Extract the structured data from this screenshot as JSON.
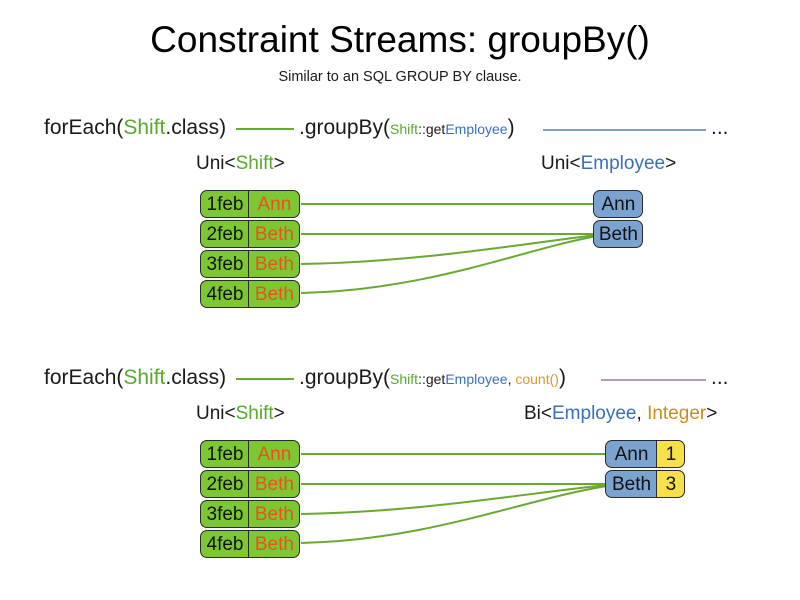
{
  "header": {
    "title": "Constraint Streams: groupBy()",
    "subtitle": "Similar to an SQL GROUP BY clause."
  },
  "colors": {
    "shift_green": "#5aa82c",
    "employee_blue": "#3a6fbf",
    "count_orange": "#d99a2b",
    "integer_gold": "#c69214",
    "box_green": "#7dc832",
    "box_blue": "#7ba3cf",
    "box_yellow": "#f7e04a",
    "name_orange": "#e8521d",
    "link_green": "#6aa832",
    "link_blue": "#7fa0c4",
    "link_mauve": "#b29bba",
    "box_border": "#2b2b2b"
  },
  "sections": [
    {
      "id": "groupby-basic",
      "code": {
        "foreach_prefix": "forEach(",
        "foreach_type": "Shift",
        "foreach_suffix": ".class)",
        "groupby_prefix": ".groupBy(",
        "groupby_arg_type": "Shift",
        "groupby_arg_sep": "::get",
        "groupby_arg_prop": "Employee",
        "groupby_suffix": ")",
        "trailing_ellipsis": "..."
      },
      "left": {
        "type_label_prefix": "Uni<",
        "type_label_generic": "Shift",
        "type_label_suffix": ">",
        "rows": [
          {
            "date": "1feb",
            "name": "Ann"
          },
          {
            "date": "2feb",
            "name": "Beth"
          },
          {
            "date": "3feb",
            "name": "Beth"
          },
          {
            "date": "4feb",
            "name": "Beth"
          }
        ]
      },
      "right": {
        "type_label_prefix": "Uni<",
        "type_label_generic": "Employee",
        "type_label_suffix": ">",
        "rows": [
          {
            "name": "Ann"
          },
          {
            "name": "Beth"
          }
        ]
      },
      "mapping": [
        0,
        1,
        1,
        1
      ]
    },
    {
      "id": "groupby-count",
      "code": {
        "foreach_prefix": "forEach(",
        "foreach_type": "Shift",
        "foreach_suffix": ".class)",
        "groupby_prefix": ".groupBy(",
        "groupby_arg_type": "Shift",
        "groupby_arg_sep": "::get",
        "groupby_arg_prop": "Employee",
        "groupby_arg_comma": ", ",
        "groupby_arg_collector": "count()",
        "groupby_suffix": ")",
        "trailing_ellipsis": "..."
      },
      "left": {
        "type_label_prefix": "Uni<",
        "type_label_generic": "Shift",
        "type_label_suffix": ">",
        "rows": [
          {
            "date": "1feb",
            "name": "Ann"
          },
          {
            "date": "2feb",
            "name": "Beth"
          },
          {
            "date": "3feb",
            "name": "Beth"
          },
          {
            "date": "4feb",
            "name": "Beth"
          }
        ]
      },
      "right": {
        "type_label_prefix": "Bi<",
        "type_label_generic": "Employee",
        "type_label_comma": ", ",
        "type_label_generic2": "Integer",
        "type_label_suffix": ">",
        "rows": [
          {
            "name": "Ann",
            "count": "1"
          },
          {
            "name": "Beth",
            "count": "3"
          }
        ]
      },
      "mapping": [
        0,
        1,
        1,
        1
      ]
    }
  ]
}
